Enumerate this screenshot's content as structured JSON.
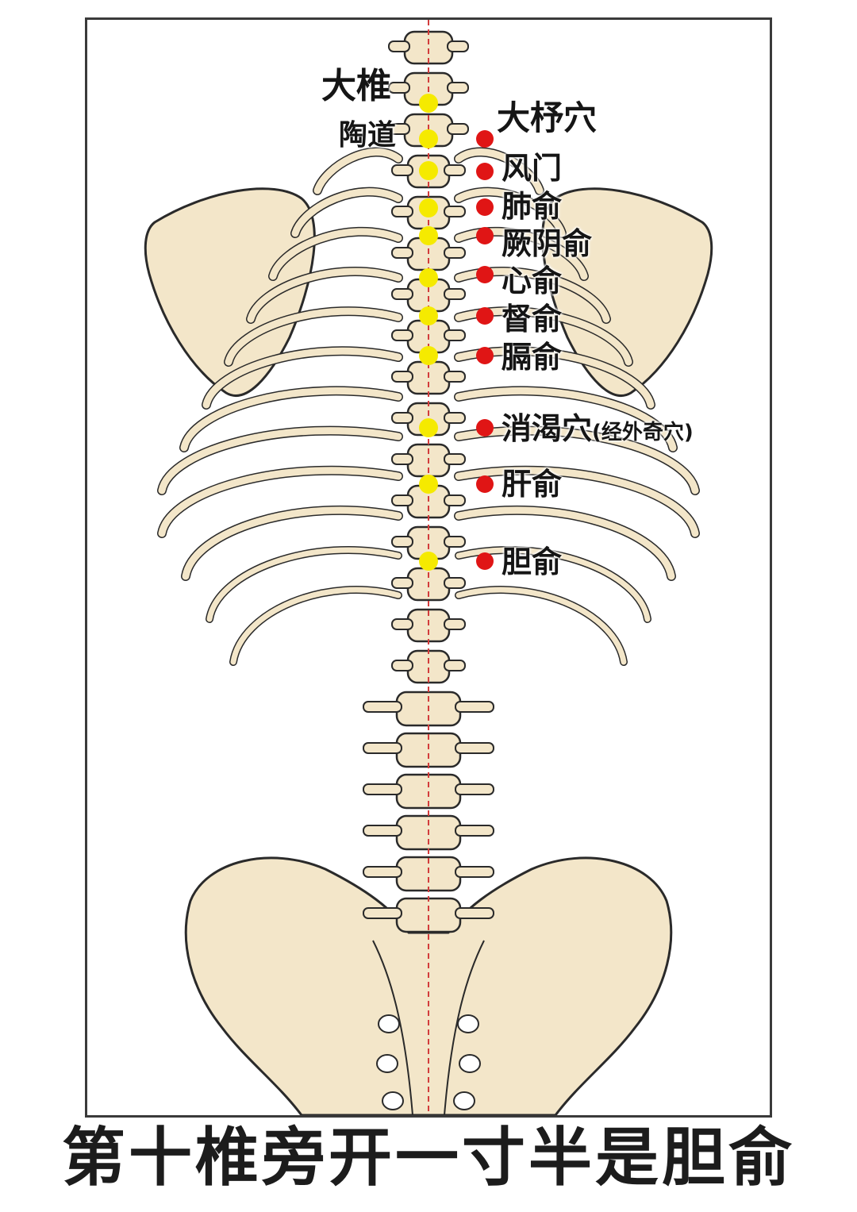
{
  "midline_labels": [
    {
      "id": "dazhui",
      "text": "大椎"
    },
    {
      "id": "taodao",
      "text": "陶道"
    }
  ],
  "side_labels": [
    {
      "id": "dazhu",
      "text": "大杼穴"
    },
    {
      "id": "fengmen",
      "text": "风门"
    },
    {
      "id": "feishu",
      "text": "肺俞"
    },
    {
      "id": "jueyinshu",
      "text": "厥阴俞"
    },
    {
      "id": "xinshu",
      "text": "心俞"
    },
    {
      "id": "dushu",
      "text": "督俞"
    },
    {
      "id": "geshu",
      "text": "膈俞"
    },
    {
      "id": "xiaoke",
      "text": "消渴穴",
      "note": "(经外奇穴)"
    },
    {
      "id": "ganshu",
      "text": "肝俞"
    },
    {
      "id": "danshu",
      "text": "胆俞"
    }
  ],
  "caption": "第十椎旁开一寸半是胆俞",
  "colors": {
    "bone_fill": "#f3e6c9",
    "bone_shadow": "#e6c999",
    "outline": "#2a2a2a",
    "midline_point": "#f5ea00",
    "side_point": "#e01515",
    "midline": "#d23c3c"
  }
}
